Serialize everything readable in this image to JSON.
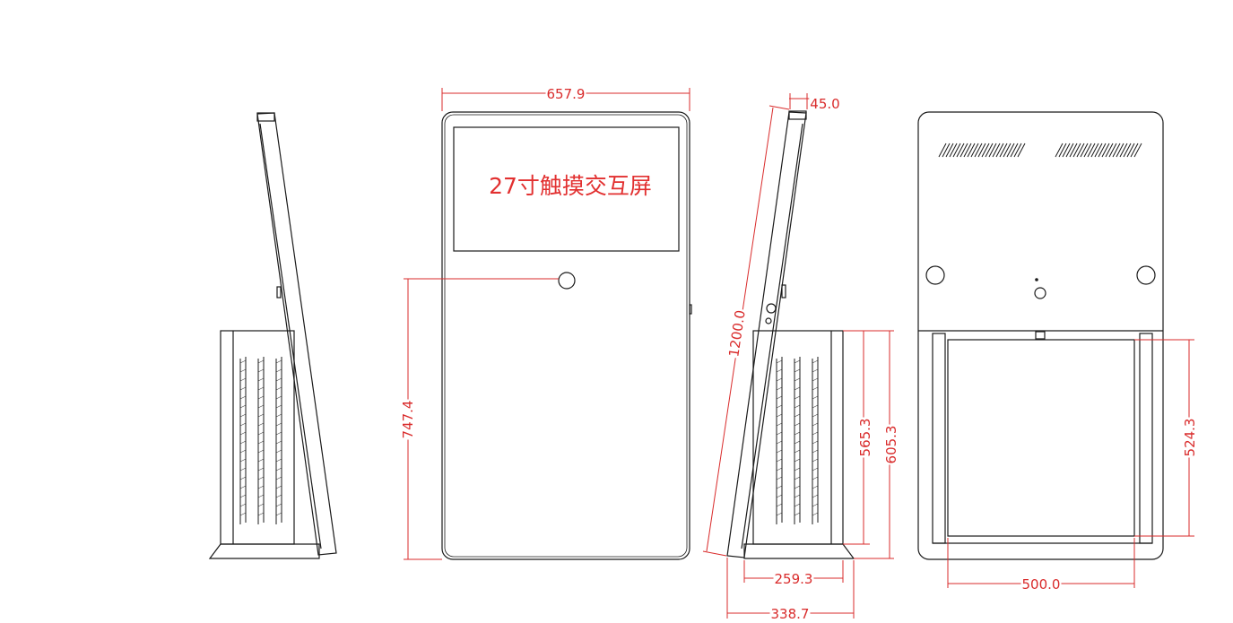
{
  "screen_label": "27寸触摸交互屏",
  "colors": {
    "line": "#1a1a1a",
    "dimension": "#d92b2b",
    "screen_text": "#e23030"
  },
  "dimensions": {
    "front_width": "657.9",
    "front_height": "747.4",
    "side_top_depth": "45.0",
    "side_length": "1200.0",
    "base_inner_height": "565.3",
    "base_outer_height": "605.3",
    "base_inner_depth": "259.3",
    "base_outer_depth": "338.7",
    "back_panel_height": "524.3",
    "back_panel_width": "500.0"
  }
}
